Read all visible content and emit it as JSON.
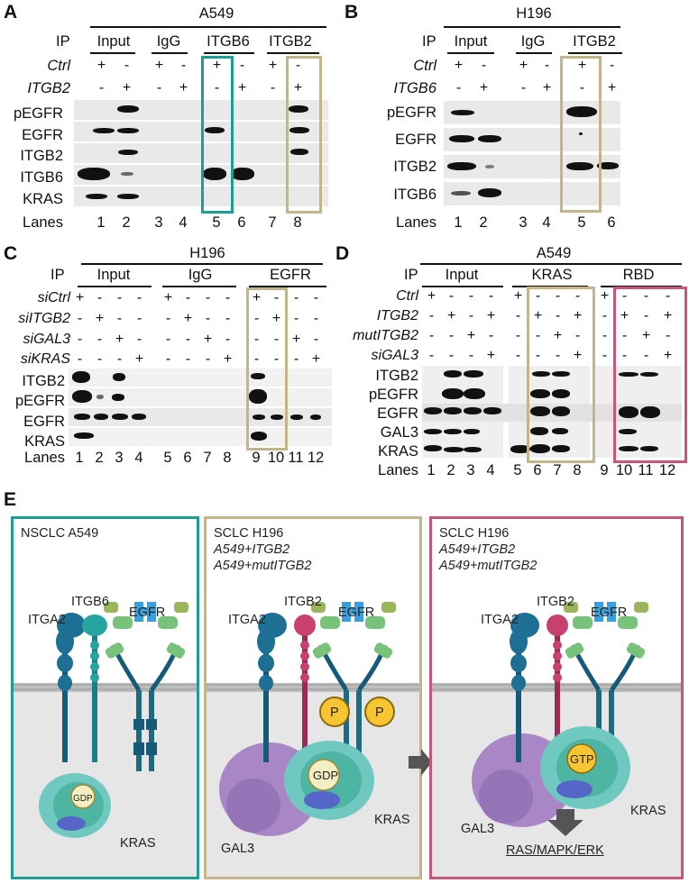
{
  "panels": {
    "A": {
      "letter": "A",
      "cell_line": "A549",
      "ip_label": "IP",
      "groups": [
        "Input",
        "IgG",
        "ITGB6",
        "ITGB2"
      ],
      "conditions": [
        {
          "label": "Ctrl",
          "italic": true,
          "signs": [
            "+",
            "-",
            "+",
            "-",
            "+",
            "-",
            "+",
            "-"
          ]
        },
        {
          "label": "ITGB2",
          "italic": true,
          "signs": [
            "-",
            "+",
            "-",
            "+",
            "-",
            "+",
            "-",
            "+"
          ]
        }
      ],
      "blots": [
        "pEGFR",
        "EGFR",
        "ITGB2",
        "ITGB6",
        "KRAS"
      ],
      "lanes_label": "Lanes",
      "lanes": [
        "1",
        "2",
        "3",
        "4",
        "5",
        "6",
        "7",
        "8"
      ]
    },
    "B": {
      "letter": "B",
      "cell_line": "H196",
      "ip_label": "IP",
      "groups": [
        "Input",
        "IgG",
        "ITGB2"
      ],
      "conditions": [
        {
          "label": "Ctrl",
          "italic": true,
          "signs": [
            "+",
            "-",
            "+",
            "-",
            "+",
            "-"
          ]
        },
        {
          "label": "ITGB6",
          "italic": true,
          "signs": [
            "-",
            "+",
            "-",
            "+",
            "-",
            "+"
          ]
        }
      ],
      "blots": [
        "pEGFR",
        "EGFR",
        "ITGB2",
        "ITGB6"
      ],
      "lanes_label": "Lanes",
      "lanes": [
        "1",
        "2",
        "3",
        "4",
        "5",
        "6"
      ]
    },
    "C": {
      "letter": "C",
      "cell_line": "H196",
      "ip_label": "IP",
      "groups": [
        "Input",
        "IgG",
        "EGFR"
      ],
      "conditions": [
        {
          "label": "siCtrl",
          "italic": true,
          "signs": [
            "+",
            "-",
            "-",
            "-",
            "+",
            "-",
            "-",
            "-",
            "+",
            "-",
            "-",
            "-"
          ]
        },
        {
          "label": "siITGB2",
          "italic": true,
          "signs": [
            "-",
            "+",
            "-",
            "-",
            "-",
            "+",
            "-",
            "-",
            "-",
            "+",
            "-",
            "-"
          ]
        },
        {
          "label": "siGAL3",
          "italic": true,
          "signs": [
            "-",
            "-",
            "+",
            "-",
            "-",
            "-",
            "+",
            "-",
            "-",
            "-",
            "+",
            "-"
          ]
        },
        {
          "label": "siKRAS",
          "italic": true,
          "signs": [
            "-",
            "-",
            "-",
            "+",
            "-",
            "-",
            "-",
            "+",
            "-",
            "-",
            "-",
            "+"
          ]
        }
      ],
      "blots": [
        "ITGB2",
        "pEGFR",
        "EGFR",
        "KRAS"
      ],
      "lanes_label": "Lanes",
      "lanes": [
        "1",
        "2",
        "3",
        "4",
        "5",
        "6",
        "7",
        "8",
        "9",
        "10",
        "11",
        "12"
      ]
    },
    "D": {
      "letter": "D",
      "cell_line": "A549",
      "ip_label": "IP",
      "groups": [
        "Input",
        "KRAS",
        "RBD"
      ],
      "conditions": [
        {
          "label": "Ctrl",
          "italic": true,
          "signs": [
            "+",
            "-",
            "-",
            "-",
            "+",
            "-",
            "-",
            "-",
            "+",
            "-",
            "-",
            "-"
          ]
        },
        {
          "label": "ITGB2",
          "italic": true,
          "signs": [
            "-",
            "+",
            "-",
            "+",
            "-",
            "+",
            "-",
            "+",
            "-",
            "+",
            "-",
            "+"
          ]
        },
        {
          "label": "mutITGB2",
          "italic": true,
          "signs": [
            "-",
            "-",
            "+",
            "-",
            "-",
            "-",
            "+",
            "-",
            "-",
            "-",
            "+",
            "-"
          ]
        },
        {
          "label": "siGAL3",
          "italic": true,
          "signs": [
            "-",
            "-",
            "-",
            "+",
            "-",
            "-",
            "-",
            "+",
            "-",
            "-",
            "-",
            "+"
          ]
        }
      ],
      "blots": [
        "ITGB2",
        "pEGFR",
        "EGFR",
        "GAL3",
        "KRAS"
      ],
      "lanes_label": "Lanes",
      "lanes": [
        "1",
        "2",
        "3",
        "4",
        "5",
        "6",
        "7",
        "8",
        "9",
        "10",
        "11",
        "12"
      ]
    },
    "E": {
      "letter": "E",
      "boxes": [
        {
          "title_lines": [
            "NSCLC A549"
          ],
          "labels": {
            "itga": "ITGA2",
            "itgb": "ITGB6",
            "egfr": "EGFR",
            "kras": "KRAS",
            "nuc": "GDP"
          }
        },
        {
          "title_lines": [
            "SCLC H196",
            "A549+ITGB2",
            "A549+mutITGB2"
          ],
          "labels": {
            "itga": "ITGA2",
            "itgb": "ITGB2",
            "egfr": "EGFR",
            "kras": "KRAS",
            "nuc": "GDP",
            "gal3": "GAL3",
            "p": "P"
          }
        },
        {
          "title_lines": [
            "SCLC H196",
            "A549+ITGB2",
            "A549+mutITGB2"
          ],
          "labels": {
            "itga": "ITGA2",
            "itgb": "ITGB2",
            "egfr": "EGFR",
            "kras": "KRAS",
            "nuc": "GTP",
            "gal3": "GAL3",
            "pathway": "RAS/MAPK/ERK"
          }
        }
      ]
    }
  },
  "colors": {
    "teal": "#1a9e96",
    "tan": "#c4b48a",
    "pink": "#c8557a"
  }
}
